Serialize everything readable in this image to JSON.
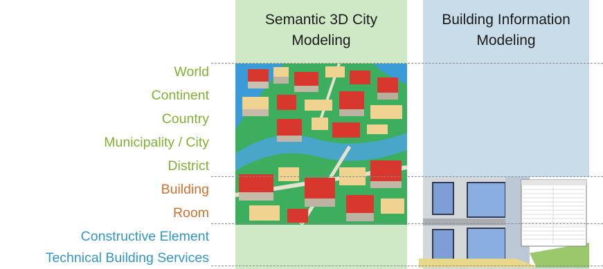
{
  "columns": {
    "city_title": "Semantic 3D City Modeling",
    "bim_title": "Building Information Modeling"
  },
  "levels": [
    {
      "label": "World",
      "color": "#7fb032"
    },
    {
      "label": "Continent",
      "color": "#7fb032"
    },
    {
      "label": "Country",
      "color": "#7fb032"
    },
    {
      "label": "Municipality / City",
      "color": "#7fb032"
    },
    {
      "label": "District",
      "color": "#7fb032"
    },
    {
      "label": "Building",
      "color": "#d2702d"
    },
    {
      "label": "Room",
      "color": "#d2702d"
    },
    {
      "label": "Constructive Element",
      "color": "#3196c6"
    },
    {
      "label": "Technical Building Services",
      "color": "#3196c6"
    }
  ],
  "colors": {
    "city_column": "#cfe9c7",
    "bim_column": "#c9dcea",
    "green_text": "#7fb032",
    "orange_text": "#d2702d",
    "blue_text": "#3196c6",
    "divider": "#8a8a8a"
  }
}
